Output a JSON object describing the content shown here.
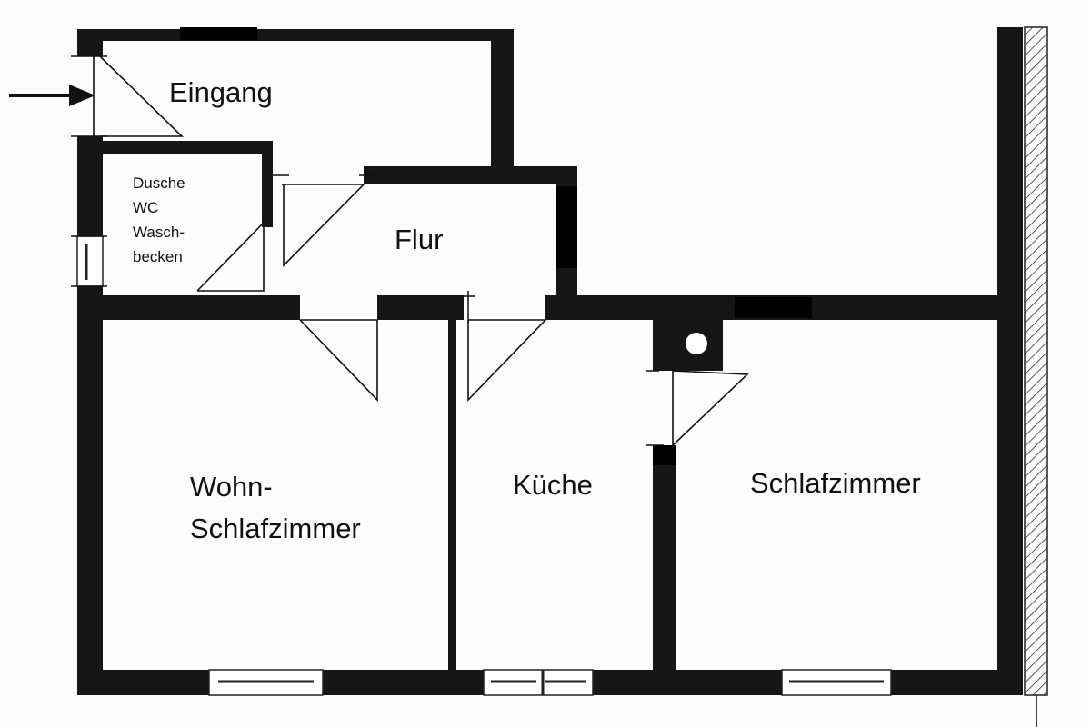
{
  "plan": {
    "rooms": [
      {
        "id": "eingang",
        "label": "Eingang"
      },
      {
        "id": "bad",
        "label_lines": [
          "Dusche",
          "WC",
          "Wasch-",
          "becken"
        ]
      },
      {
        "id": "flur",
        "label": "Flur"
      },
      {
        "id": "wohn",
        "label_lines": [
          "Wohn-",
          "Schlafzimmer"
        ]
      },
      {
        "id": "kueche",
        "label": "Küche"
      },
      {
        "id": "schlaf",
        "label": "Schlafzimmer"
      }
    ],
    "colors": {
      "wall": "#161616",
      "background": "#fdfdfd",
      "line": "#111111"
    },
    "entrance_marker": "arrow-right-icon"
  }
}
